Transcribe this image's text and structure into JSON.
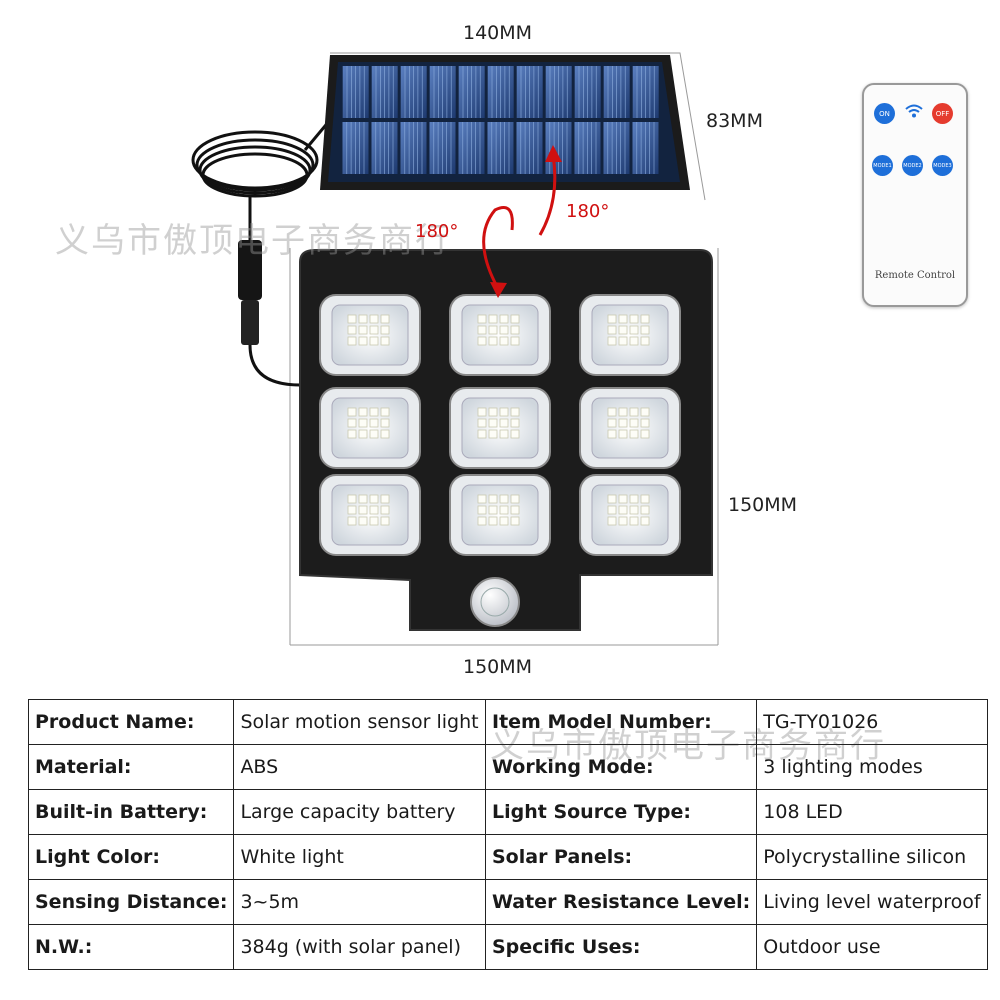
{
  "dimensions": {
    "panel_width": "140MM",
    "panel_height": "83MM",
    "lamp_height": "150MM",
    "lamp_width": "150MM"
  },
  "rotation": {
    "lamp_angle": "180°",
    "panel_angle": "180°"
  },
  "watermark": "义乌市傲顶电子商务商行",
  "remote": {
    "on_label": "ON",
    "off_label": "OFF",
    "mode1_label": "MODE1",
    "mode2_label": "MODE2",
    "mode3_label": "MODE3",
    "caption": "Remote Control"
  },
  "specs_left": [
    {
      "label": "Product Name:",
      "value": "Solar motion sensor light"
    },
    {
      "label": "Material:",
      "value": "ABS"
    },
    {
      "label": "Built-in Battery:",
      "value": "Large capacity battery"
    },
    {
      "label": "Light Color:",
      "value": "White light"
    },
    {
      "label": "Sensing Distance:",
      "value": "3~5m"
    },
    {
      "label": "N.W.:",
      "value": "384g (with solar panel)"
    }
  ],
  "specs_right": [
    {
      "label": "Item Model Number:",
      "value": "TG-TY01026"
    },
    {
      "label": "Working Mode:",
      "value": "3 lighting modes"
    },
    {
      "label": "Light Source Type:",
      "value": "108 LED"
    },
    {
      "label": "Solar Panels:",
      "value": "Polycrystalline silicon"
    },
    {
      "label": "Water Resistance Level:",
      "value": "Living level waterproof"
    },
    {
      "label": "Specific Uses:",
      "value": "Outdoor use"
    }
  ],
  "colors": {
    "arrow": "#d01010",
    "lamp_body": "#1c1c1c",
    "panel_cell": "#2f4f8a",
    "remote_on": "#1e6fd9",
    "remote_off": "#e53b2e"
  }
}
